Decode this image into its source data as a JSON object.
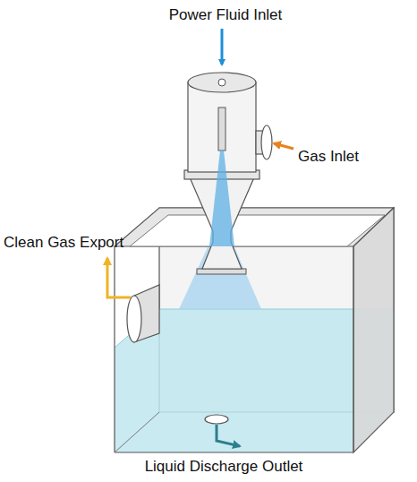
{
  "diagram": {
    "labels": [
      "Power Fluid Inlet",
      "Gas Inlet",
      "Clean Gas Export",
      "Liquid Discharge Outlet"
    ]
  }
}
